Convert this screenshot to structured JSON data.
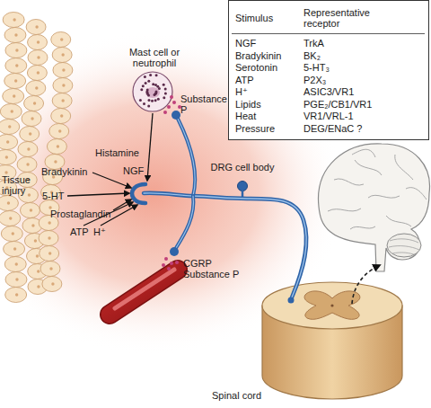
{
  "diagram": {
    "nodes": [
      {
        "text": [
          "Mast cell or neutrophil"
        ]
      },
      {
        "text": [
          "DRG cell body"
        ]
      },
      {
        "text": [
          "Spinal cord"
        ]
      }
    ],
    "labels": [
      "Stimulus",
      "Representative receptor",
      "NGF",
      "TrkA",
      "Bradykinin",
      "BK₂",
      "Serotonin",
      "5-HT₃",
      "ATP",
      "P2X₃",
      "H⁺",
      "ASIC3/VR1",
      "Lipids",
      "PGE₂/CB1/VR1",
      "Heat",
      "VR1/VRL-1",
      "Pressure",
      "DEG/ENaC ?",
      "Substance P",
      "Histamine",
      "NGF",
      "Bradykinin",
      "5-HT",
      "Prostaglandin",
      "ATP",
      "H⁺",
      "Tissue injury",
      "CGRP",
      "Substance P"
    ]
  }
}
